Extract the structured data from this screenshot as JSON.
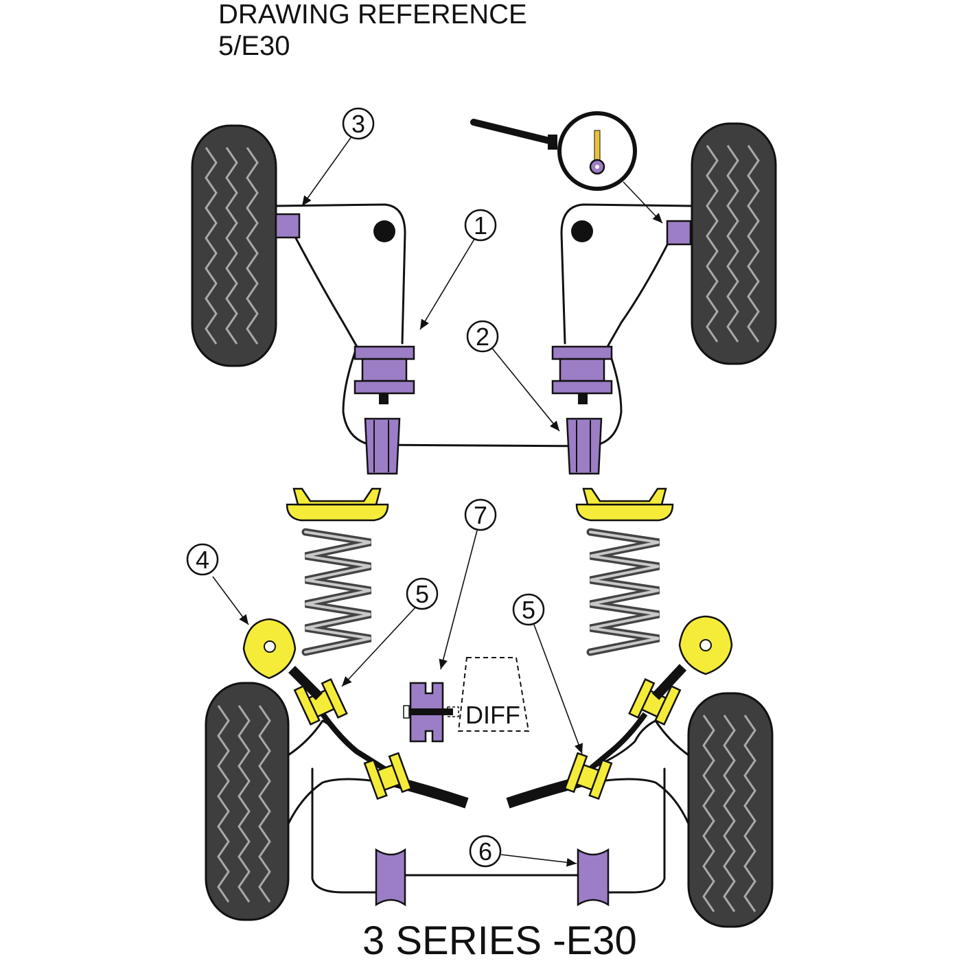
{
  "title": {
    "line1": "DRAWING REFERENCE",
    "line2": "5/E30"
  },
  "model_label": "3 SERIES -E30",
  "diff_label": "DIFF",
  "callouts": [
    {
      "id": "1",
      "label": "1"
    },
    {
      "id": "2",
      "label": "2"
    },
    {
      "id": "3",
      "label": "3"
    },
    {
      "id": "4",
      "label": "4"
    },
    {
      "id": "5a",
      "label": "5"
    },
    {
      "id": "5b",
      "label": "5"
    },
    {
      "id": "6",
      "label": "6"
    },
    {
      "id": "7",
      "label": "7"
    }
  ],
  "colors": {
    "bush_purple": "#9c7ec6",
    "mount_yellow": "#f5ec3a",
    "tyre_dark": "#3e3e3e",
    "outline": "#111111"
  }
}
